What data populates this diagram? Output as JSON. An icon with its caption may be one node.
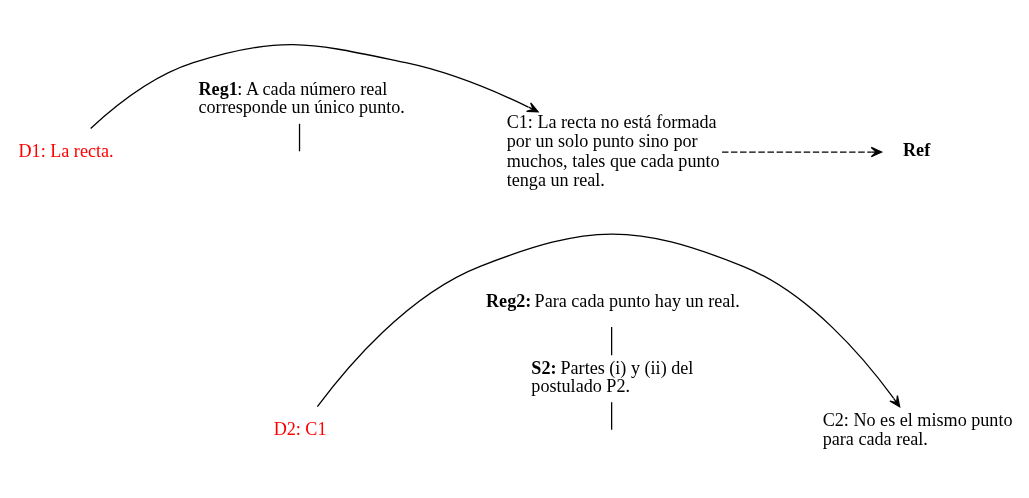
{
  "diagram": {
    "nodes": [
      {
        "text": [
          "D1: La recta."
        ]
      },
      {
        "text": [
          "**Reg1**: A cada número real corresponde un único punto."
        ]
      },
      {
        "text": [
          "C1: La recta no está formada por un solo punto sino por muchos, tales que cada punto tenga un real."
        ]
      },
      {
        "text": [
          "**Ref**"
        ]
      },
      {
        "text": [
          "**Reg2:** Para cada punto hay un real."
        ]
      },
      {
        "text": [
          "**S2:** Partes (i) y (ii) del postulado P2."
        ]
      },
      {
        "text": [
          "D2: C1"
        ]
      },
      {
        "text": [
          "C2: No es el mismo punto para cada real."
        ]
      }
    ],
    "edges": [
      {
        "from": 0,
        "to": 2,
        "arrow": "to"
      },
      {
        "from": 1,
        "to": null,
        "arrow": "none"
      },
      {
        "from": 2,
        "to": 3,
        "arrow": "to",
        "style": "dashed"
      },
      {
        "from": 4,
        "to": 5,
        "arrow": "none"
      },
      {
        "from": 5,
        "to": null,
        "arrow": "none"
      },
      {
        "from": 6,
        "to": 7,
        "arrow": "to"
      }
    ]
  }
}
